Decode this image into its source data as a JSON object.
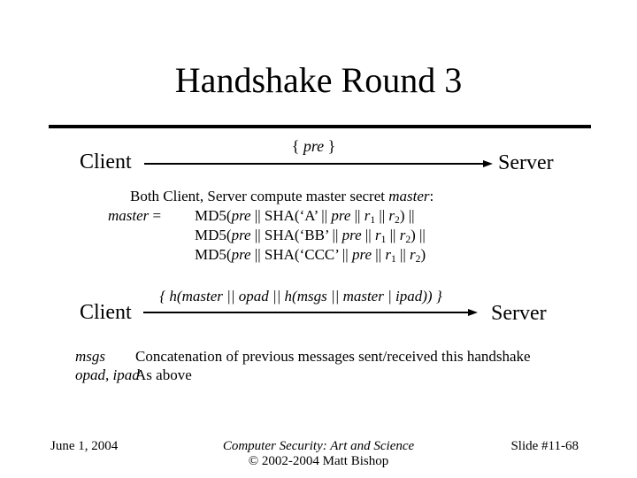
{
  "slide": {
    "title": "Handshake Round 3",
    "message1": {
      "from": "Client",
      "to": "Server",
      "label_segments": [
        {
          "t": "{ "
        },
        {
          "t": "pre",
          "s": "i"
        },
        {
          "t": " }"
        }
      ]
    },
    "compute": {
      "intro_segments": [
        {
          "t": "Both Client, Server compute master secret "
        },
        {
          "t": "master",
          "s": "i"
        },
        {
          "t": ":"
        }
      ],
      "eq_lhs_segments": [
        {
          "t": "master",
          "s": "i"
        },
        {
          "t": " ="
        }
      ],
      "line_a_segments": [
        {
          "t": "MD5("
        },
        {
          "t": "pre",
          "s": "i"
        },
        {
          "t": " || SHA(‘A’ || "
        },
        {
          "t": "pre",
          "s": "i"
        },
        {
          "t": " || "
        },
        {
          "t": "r",
          "s": "i"
        },
        {
          "t": "1",
          "s": "sub"
        },
        {
          "t": " || "
        },
        {
          "t": "r",
          "s": "i"
        },
        {
          "t": "2",
          "s": "sub"
        },
        {
          "t": ") ||"
        }
      ],
      "line_b_segments": [
        {
          "t": "MD5("
        },
        {
          "t": "pre",
          "s": "i"
        },
        {
          "t": " || SHA(‘BB’ || "
        },
        {
          "t": "pre",
          "s": "i"
        },
        {
          "t": " || "
        },
        {
          "t": "r",
          "s": "i"
        },
        {
          "t": "1",
          "s": "sub"
        },
        {
          "t": " || "
        },
        {
          "t": "r",
          "s": "i"
        },
        {
          "t": "2",
          "s": "sub"
        },
        {
          "t": ") ||"
        }
      ],
      "line_c_segments": [
        {
          "t": "MD5("
        },
        {
          "t": "pre",
          "s": "i"
        },
        {
          "t": " || SHA(‘CCC’ || "
        },
        {
          "t": "pre",
          "s": "i"
        },
        {
          "t": " || "
        },
        {
          "t": "r",
          "s": "i"
        },
        {
          "t": "1",
          "s": "sub"
        },
        {
          "t": " || "
        },
        {
          "t": "r",
          "s": "i"
        },
        {
          "t": "2",
          "s": "sub"
        },
        {
          "t": ")"
        }
      ]
    },
    "message2": {
      "from": "Client",
      "to": "Server",
      "label": "{ h(master || opad || h(msgs || master | ipad)) }"
    },
    "definitions": {
      "rows": [
        {
          "term": "msgs",
          "definition": "Concatenation of previous messages sent/received this handshake"
        },
        {
          "term": "opad, ipad",
          "definition": "As above"
        }
      ]
    },
    "footer": {
      "date": "June 1, 2004",
      "book_title": "Computer Security: Art and Science",
      "copyright": "© 2002-2004 Matt Bishop",
      "slide_number": "Slide #11-68"
    },
    "colors": {
      "background": "#ffffff",
      "text": "#000000"
    }
  }
}
